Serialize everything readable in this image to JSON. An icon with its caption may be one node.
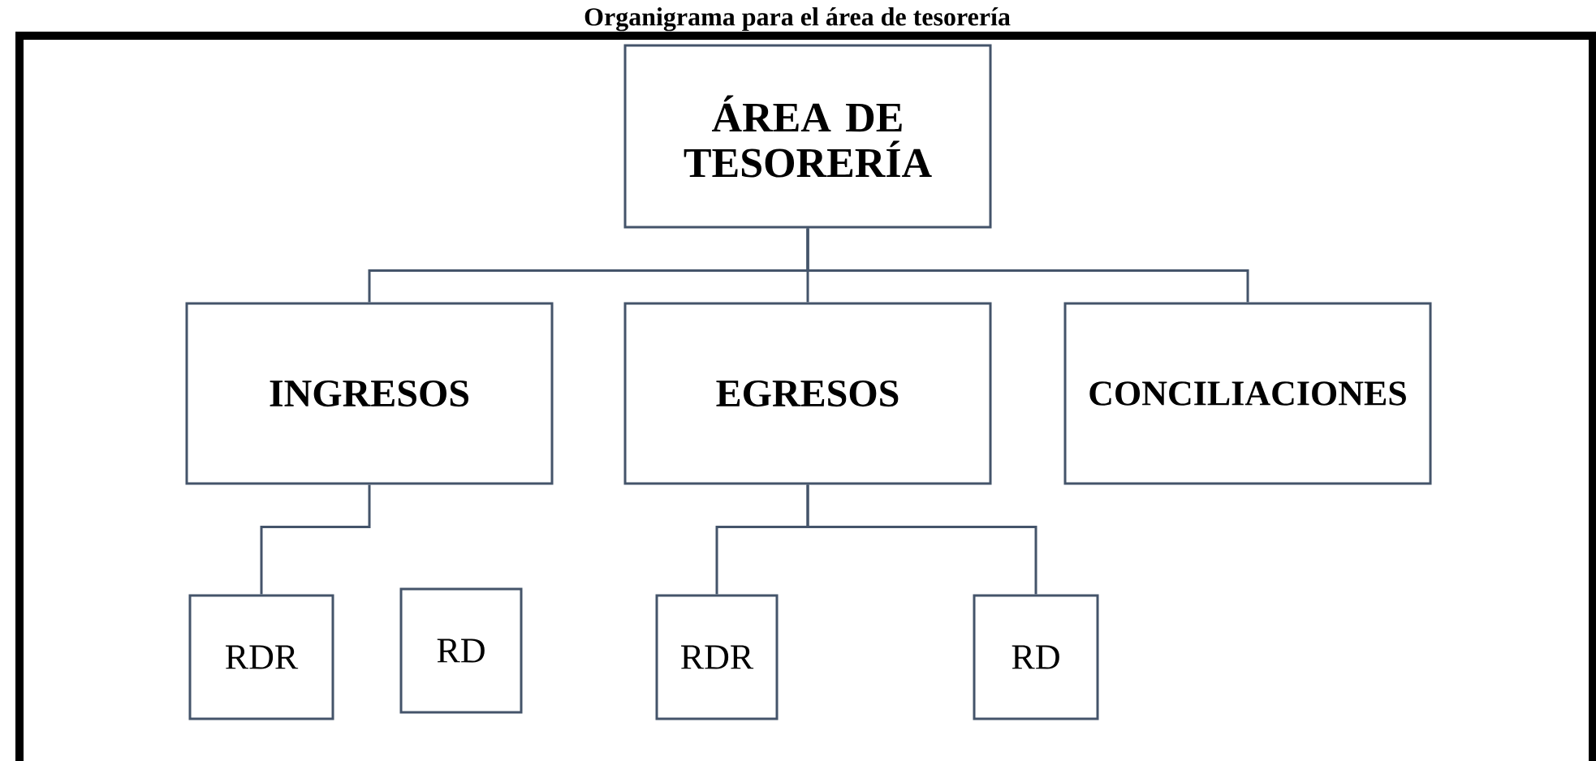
{
  "diagram": {
    "title": "Organigrama para el área de tesorería",
    "nodes": [
      {
        "text": [
          "ÁREA DE TESORERÍA"
        ]
      },
      {
        "text": [
          "INGRESOS"
        ]
      },
      {
        "text": [
          "EGRESOS"
        ]
      },
      {
        "text": [
          "CONCILIACIONES"
        ]
      },
      {
        "text": [
          "RDR"
        ]
      },
      {
        "text": [
          "RD"
        ]
      },
      {
        "text": [
          "RDR"
        ]
      },
      {
        "text": [
          "RD"
        ]
      }
    ],
    "edges": [
      {
        "from": 0,
        "to": 1,
        "arrow": "none"
      },
      {
        "from": 0,
        "to": 2,
        "arrow": "none"
      },
      {
        "from": 0,
        "to": 3,
        "arrow": "none"
      },
      {
        "from": 1,
        "to": 4,
        "arrow": "none"
      },
      {
        "from": 2,
        "to": 6,
        "arrow": "none"
      },
      {
        "from": 2,
        "to": 7,
        "arrow": "none"
      }
    ]
  }
}
